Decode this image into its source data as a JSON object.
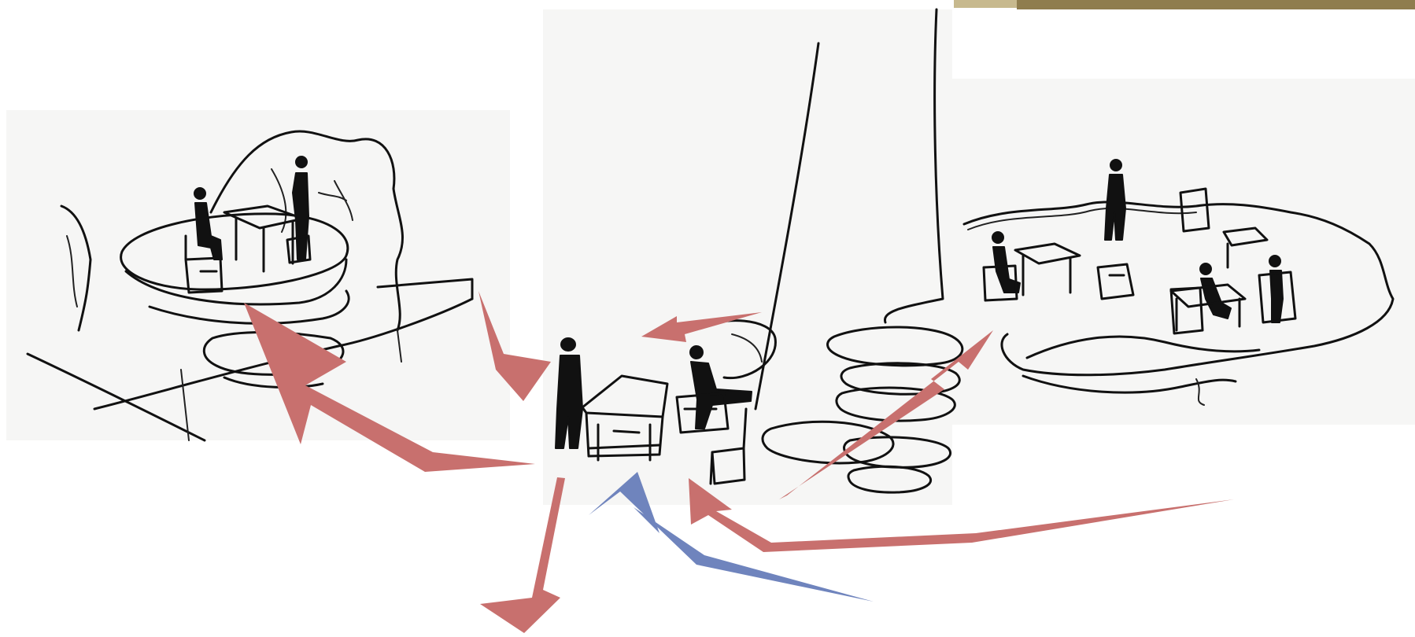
{
  "colors": {
    "background": "#ffffff",
    "paper": "#f6f6f5",
    "ink": "#111111",
    "arrow_red": "#c8706e",
    "arrow_blue": "#6f84bd",
    "top_strip": "#8f7d4e"
  },
  "arrows": [
    {
      "name": "arrow-to-left-platform",
      "color": "red"
    },
    {
      "name": "arrow-to-central-seat-from-left",
      "color": "red"
    },
    {
      "name": "arrow-to-central-seat-from-tower",
      "color": "red"
    },
    {
      "name": "arrow-to-right-platform",
      "color": "red"
    },
    {
      "name": "arrow-from-right-to-center",
      "color": "red"
    },
    {
      "name": "arrow-downward-exit",
      "color": "red"
    },
    {
      "name": "arrow-blue-to-center",
      "color": "blue"
    }
  ]
}
